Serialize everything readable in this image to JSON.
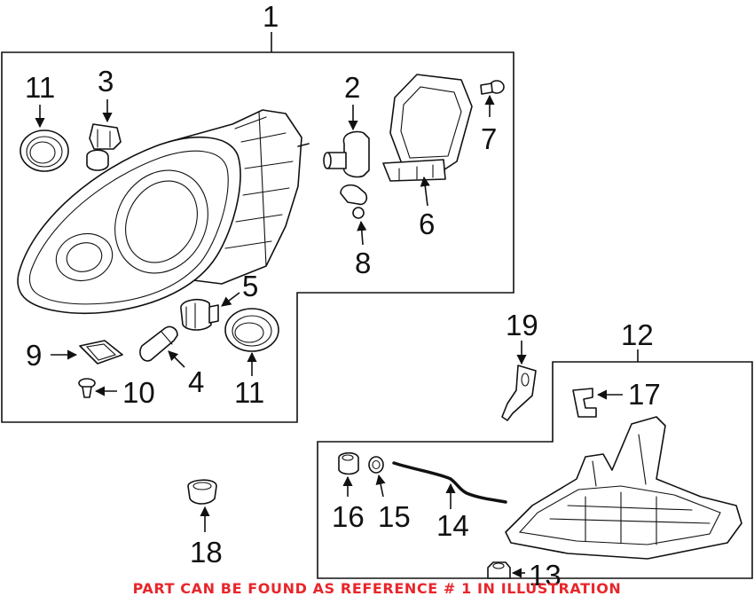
{
  "callouts": {
    "c1": "1",
    "c2": "2",
    "c3": "3",
    "c4": "4",
    "c5": "5",
    "c6": "6",
    "c7": "7",
    "c8": "8",
    "c9": "9",
    "c10": "10",
    "c11a": "11",
    "c11b": "11",
    "c12": "12",
    "c13": "13",
    "c14": "14",
    "c15": "15",
    "c16": "16",
    "c17": "17",
    "c18": "18",
    "c19": "19"
  },
  "notice": {
    "text": "PART CAN BE FOUND AS REFERENCE # 1 IN ILLUSTRATION",
    "color": "#e8262b"
  },
  "colors": {
    "ink": "#111111",
    "background": "#ffffff"
  }
}
